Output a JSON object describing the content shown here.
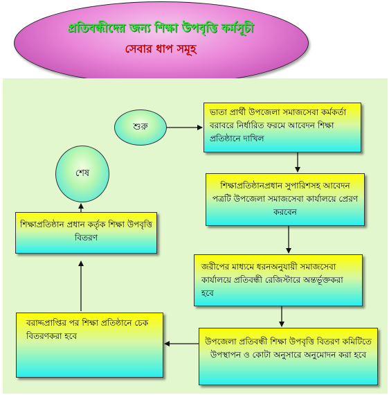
{
  "header": {
    "title": "প্রতিবন্ধীদের জন্য শিক্ষা উপবৃত্তি কর্মসূচী",
    "subtitle": "সেবার ধাপ সমূহ"
  },
  "flow": {
    "start": "শুরু",
    "end": "শেষ",
    "step1": "ভাতা প্রার্থী উপজেলা সমাজসেবা কর্মকর্তা  বরাবরে নির্ধারিত ফরমে আবেদন শিক্ষা প্রতিষ্ঠানে দাখিল",
    "step2": "শিক্ষাপ্রতিষ্ঠানপ্রধান সুপারিশসহ আবেদন পত্রটি উপজেলা সমাজসেবা কার্যালয়ে প্রেরণ করবেন",
    "step3": "জরীপের মাধ্যমে ধরনঅনুযায়ী সমাজসেবা কার্যালয়ে প্রতিবন্ধী রেজিস্টারে অন্তর্ভূক্তকরা হবে",
    "step4": "উপজেলা  প্রতিবন্ধী শিক্ষা উপবৃত্তি বিতরণ কমিটিতে উপস্থাপন ও কোটা অনুসারে অনুমোদন করা হবে",
    "step5": "বরাদ্দপ্রাপ্তির পর শিক্ষা প্রতিষ্ঠানে চেক বিতরণকরা হবে",
    "step6": "শিক্ষাপ্রতিষ্ঠান প্রধান কর্তৃক শিক্ষা উপবৃত্তি বিতরণ"
  }
}
